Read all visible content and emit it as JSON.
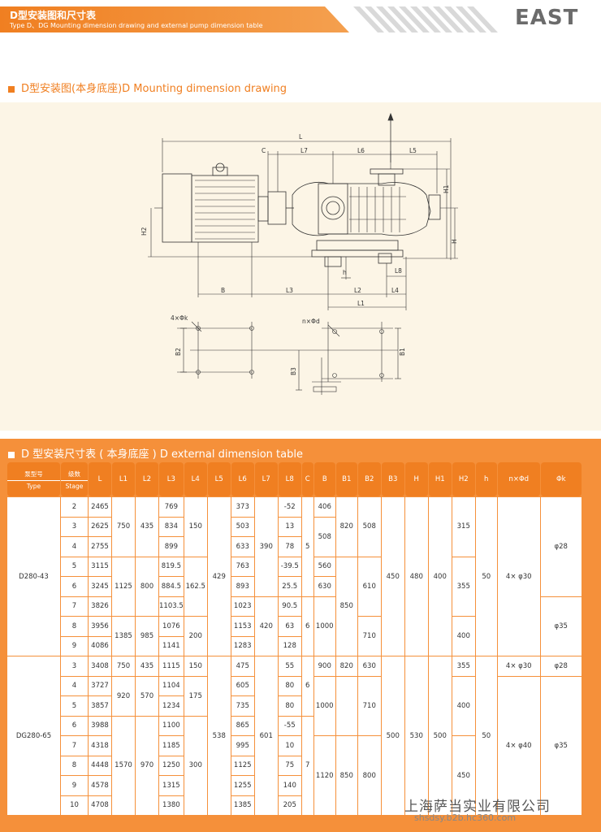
{
  "header": {
    "title_cn": "D型安装图和尺寸表",
    "title_en": "Type D、DG Mounting dimension drawing and external pump dimension table",
    "logo": "EAST",
    "colors": {
      "accent": "#f07f21",
      "panel": "#fcf5e6",
      "table_bg": "#f5903a"
    }
  },
  "drawing_section": {
    "title": "D型安装图(本身底座)D Mounting dimension drawing",
    "labels": {
      "L": "L",
      "C": "C",
      "L7": "L7",
      "L6": "L6",
      "L5": "L5",
      "H1": "H1",
      "H": "H",
      "H2": "H2",
      "h": "h",
      "L8": "L8",
      "B": "B",
      "L3": "L3",
      "L2": "L2",
      "L4": "L4",
      "L1": "L1",
      "fk": "4×Φk",
      "nd": "n×Φd",
      "B2": "B2",
      "B1": "B1",
      "B3": "B3"
    }
  },
  "table_section": {
    "title": "D 型安装尺寸表 ( 本身底座 )   D external dimension table",
    "headers": {
      "type_cn": "泵型号",
      "type_en": "Type",
      "stage_cn": "级数",
      "stage_en": "Stage",
      "L": "L",
      "L1": "L1",
      "L2": "L2",
      "L3": "L3",
      "L4": "L4",
      "L5": "L5",
      "L6": "L6",
      "L7": "L7",
      "L8": "L8",
      "C": "C",
      "B": "B",
      "B1": "B1",
      "B2": "B2",
      "B3": "B3",
      "H": "H",
      "H1": "H1",
      "H2": "H2",
      "h": "h",
      "nd": "n×Φd",
      "fk": "Φk"
    },
    "d280": {
      "type": "D280-43",
      "stage": [
        "2",
        "3",
        "4",
        "5",
        "6",
        "7",
        "8",
        "9"
      ],
      "L": [
        "2465",
        "2625",
        "2755",
        "3115",
        "3245",
        "3826",
        "3956",
        "4086"
      ],
      "L1": [
        "750",
        "1125",
        "1385"
      ],
      "L2": [
        "435",
        "800",
        "985"
      ],
      "L3": [
        "769",
        "834",
        "899",
        "819.5",
        "884.5",
        "1103.5",
        "1076",
        "1141"
      ],
      "L4": [
        "150",
        "162.5",
        "200"
      ],
      "L5": "429",
      "L6": [
        "373",
        "503",
        "633",
        "763",
        "893",
        "1023",
        "1153",
        "1283"
      ],
      "L7": [
        "390",
        "420"
      ],
      "L8": [
        "-52",
        "13",
        "78",
        "-39.5",
        "25.5",
        "90.5",
        "63",
        "128"
      ],
      "C": [
        "5",
        "6"
      ],
      "B": [
        "406",
        "508",
        "560",
        "630",
        "1000"
      ],
      "B1": [
        "820",
        "850"
      ],
      "B2": [
        "508",
        "610",
        "710"
      ],
      "B3": "450",
      "H": "480",
      "H1": "400",
      "H2": [
        "315",
        "355",
        "400"
      ],
      "h": "50",
      "nd": "4× φ30",
      "fk": [
        "φ28",
        "φ35"
      ]
    },
    "dg280": {
      "type": "DG280-65",
      "stage": [
        "3",
        "4",
        "5",
        "6",
        "7",
        "8",
        "9",
        "10"
      ],
      "L": [
        "3408",
        "3727",
        "3857",
        "3988",
        "4318",
        "4448",
        "4578",
        "4708"
      ],
      "L1": [
        "750",
        "920",
        "1570"
      ],
      "L2": [
        "435",
        "570",
        "970"
      ],
      "L3": [
        "1115",
        "1104",
        "1234",
        "1100",
        "1185",
        "1250",
        "1315",
        "1380"
      ],
      "L4": [
        "150",
        "175",
        "300"
      ],
      "L5": "538",
      "L6": [
        "475",
        "605",
        "735",
        "865",
        "995",
        "1125",
        "1255",
        "1385"
      ],
      "L7": "601",
      "L8": [
        "55",
        "80",
        "80",
        "-55",
        "10",
        "75",
        "140",
        "205"
      ],
      "C": [
        "6",
        "7"
      ],
      "B": [
        "900",
        "1000",
        "1120"
      ],
      "B1": [
        "820",
        "850"
      ],
      "B2": [
        "630",
        "710",
        "800"
      ],
      "B3": "500",
      "H": "530",
      "H1": "500",
      "H2": [
        "355",
        "400",
        "450"
      ],
      "h": "50",
      "nd": [
        "4× φ30",
        "4× φ40"
      ],
      "fk": [
        "φ28",
        "φ35"
      ]
    }
  },
  "watermark": {
    "line1": "上海萨当实业有限公司",
    "line2": "shsdsy.b2b.hc360.com"
  }
}
